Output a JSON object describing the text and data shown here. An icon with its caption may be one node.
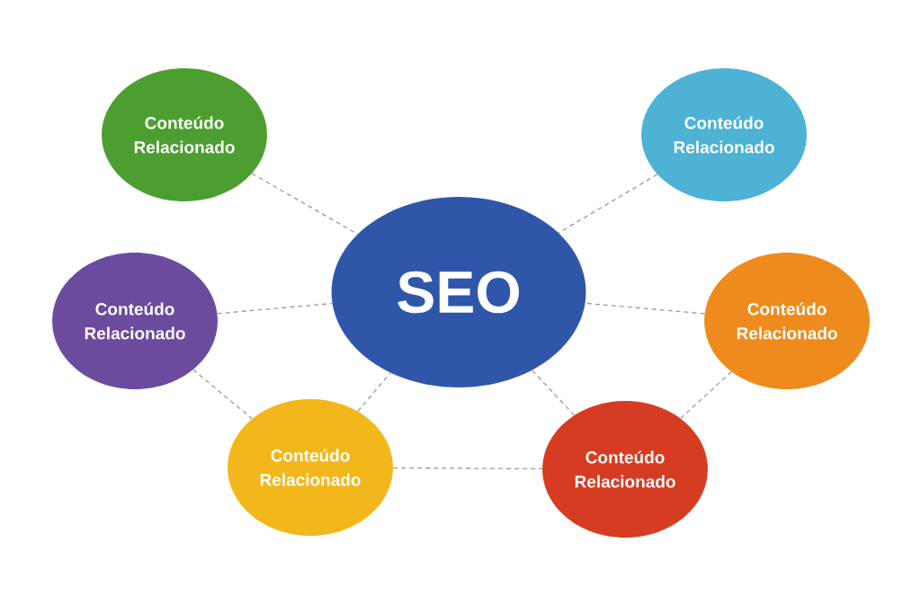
{
  "diagram": {
    "nodes": [
      {
        "text": [
          "Conteúdo Relacionado"
        ]
      },
      {
        "text": [
          "Conteúdo Relacionado"
        ]
      },
      {
        "text": [
          "Conteúdo Relacionado"
        ]
      },
      {
        "text": [
          "SEO"
        ]
      },
      {
        "text": [
          "Conteúdo Relacionado"
        ]
      },
      {
        "text": [
          "Conteúdo Relacionado"
        ]
      },
      {
        "text": [
          "Conteúdo Relacionado"
        ]
      }
    ],
    "edges": [
      {
        "from": 0,
        "to": 3,
        "arrow": "none",
        "style": "dashed"
      },
      {
        "from": 1,
        "to": 3,
        "arrow": "none",
        "style": "dashed"
      },
      {
        "from": 2,
        "to": 3,
        "arrow": "none",
        "style": "dashed"
      },
      {
        "from": 4,
        "to": 3,
        "arrow": "none",
        "style": "dashed"
      },
      {
        "from": 2,
        "to": 5,
        "arrow": "none",
        "style": "dashed"
      },
      {
        "from": 5,
        "to": 3,
        "arrow": "none",
        "style": "dashed"
      },
      {
        "from": 5,
        "to": 6,
        "arrow": "none",
        "style": "dashed"
      },
      {
        "from": 6,
        "to": 3,
        "arrow": "none",
        "style": "dashed"
      },
      {
        "from": 4,
        "to": 6,
        "arrow": "none",
        "style": "dashed"
      }
    ]
  }
}
